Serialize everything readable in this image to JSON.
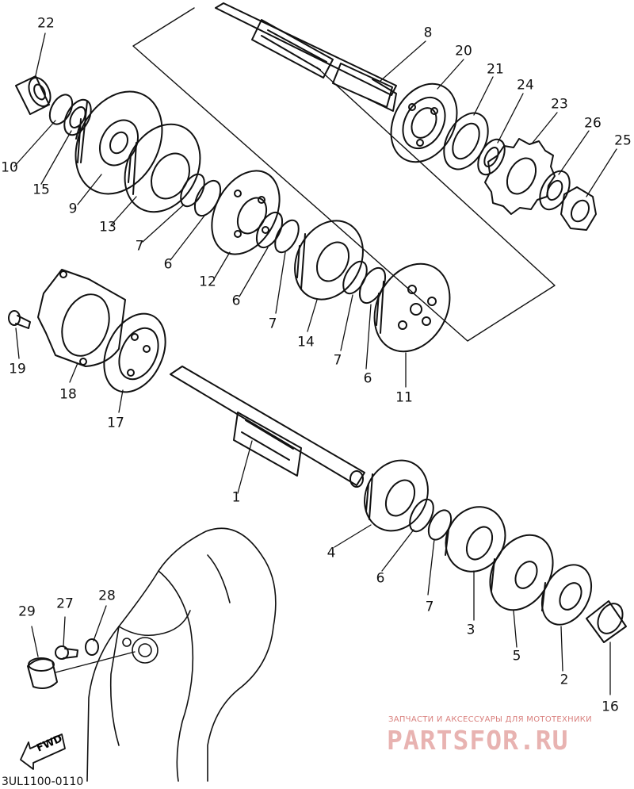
{
  "diagram_code": "3UL1100-0110",
  "watermark": {
    "tagline": "ЗАПЧАСТИ И АКСЕССУАРЫ ДЛЯ МОТОТЕХНИКИ",
    "brand": "PARTSFOR.RU"
  },
  "direction_marker": "FWD",
  "part_labels": [
    "22",
    "8",
    "20",
    "21",
    "24",
    "23",
    "26",
    "25",
    "10",
    "15",
    "9",
    "13",
    "7",
    "6",
    "12",
    "6",
    "7",
    "14",
    "7",
    "6",
    "11",
    "19",
    "18",
    "17",
    "1",
    "4",
    "6",
    "7",
    "3",
    "5",
    "2",
    "16",
    "29",
    "27",
    "28"
  ],
  "colors": {
    "ink": "#111111",
    "watermark": "#e8b3b1",
    "watermark_text": "#d9807e"
  }
}
